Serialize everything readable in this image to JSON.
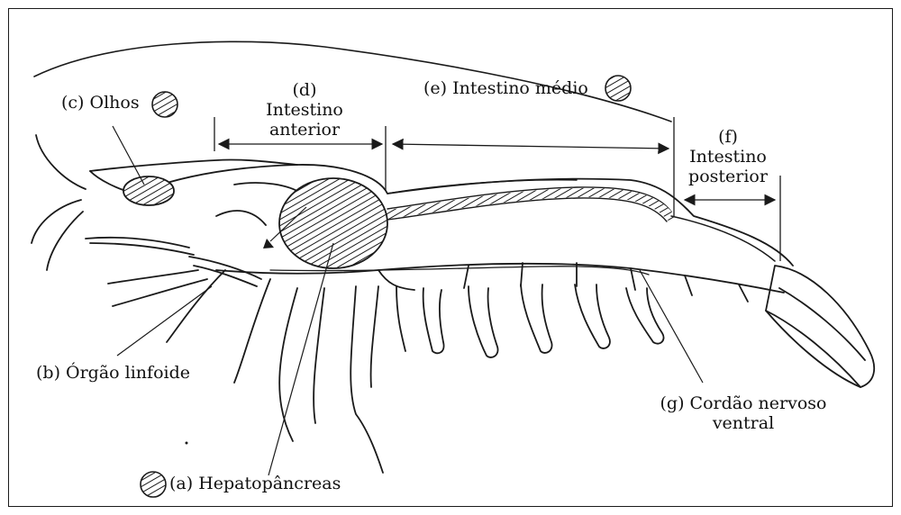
{
  "diagram": {
    "labels": {
      "a": "(a) Hepatopâncreas",
      "b": "(b) Órgão linfoide",
      "c": "(c) Olhos",
      "d_line1": "(d)",
      "d_line2": "Intestino",
      "d_line3": "anterior",
      "e": "(e) Intestino médio",
      "f_line1": "(f)",
      "f_line2": "Intestino",
      "f_line3": "posterior",
      "g_line1": "(g) Cordão nervoso",
      "g_line2": "ventral"
    },
    "hatch_marked": [
      "a",
      "c",
      "e"
    ],
    "icons": {
      "hatch": "hatched-circle-icon"
    },
    "colors": {
      "line": "#1a1a1a",
      "fill": "#ffffff"
    }
  }
}
